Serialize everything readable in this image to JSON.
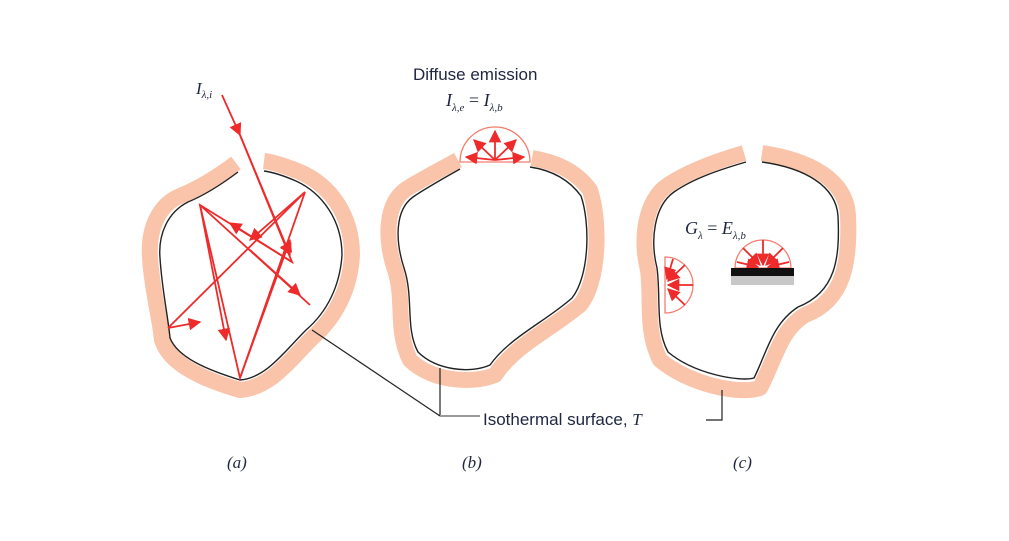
{
  "labels": {
    "incident": "I",
    "incident_sub": "λ,i",
    "diffuse_emission": "Diffuse emission",
    "emission_lhs": "I",
    "emission_lhs_sub": "λ,e",
    "emission_eq": " = ",
    "emission_rhs": "I",
    "emission_rhs_sub": "λ,b",
    "irradiation_lhs": "G",
    "irradiation_lhs_sub": "λ",
    "irradiation_eq": " = ",
    "irradiation_rhs": "E",
    "irradiation_rhs_sub": "λ,b",
    "isothermal": "Isothermal surface, ",
    "isothermal_T": "T",
    "panel_a": "(a)",
    "panel_b": "(b)",
    "panel_c": "(c)"
  },
  "colors": {
    "wall": "#f9c4aa",
    "ray": "#ee2a2a",
    "text": "#1e2640"
  }
}
